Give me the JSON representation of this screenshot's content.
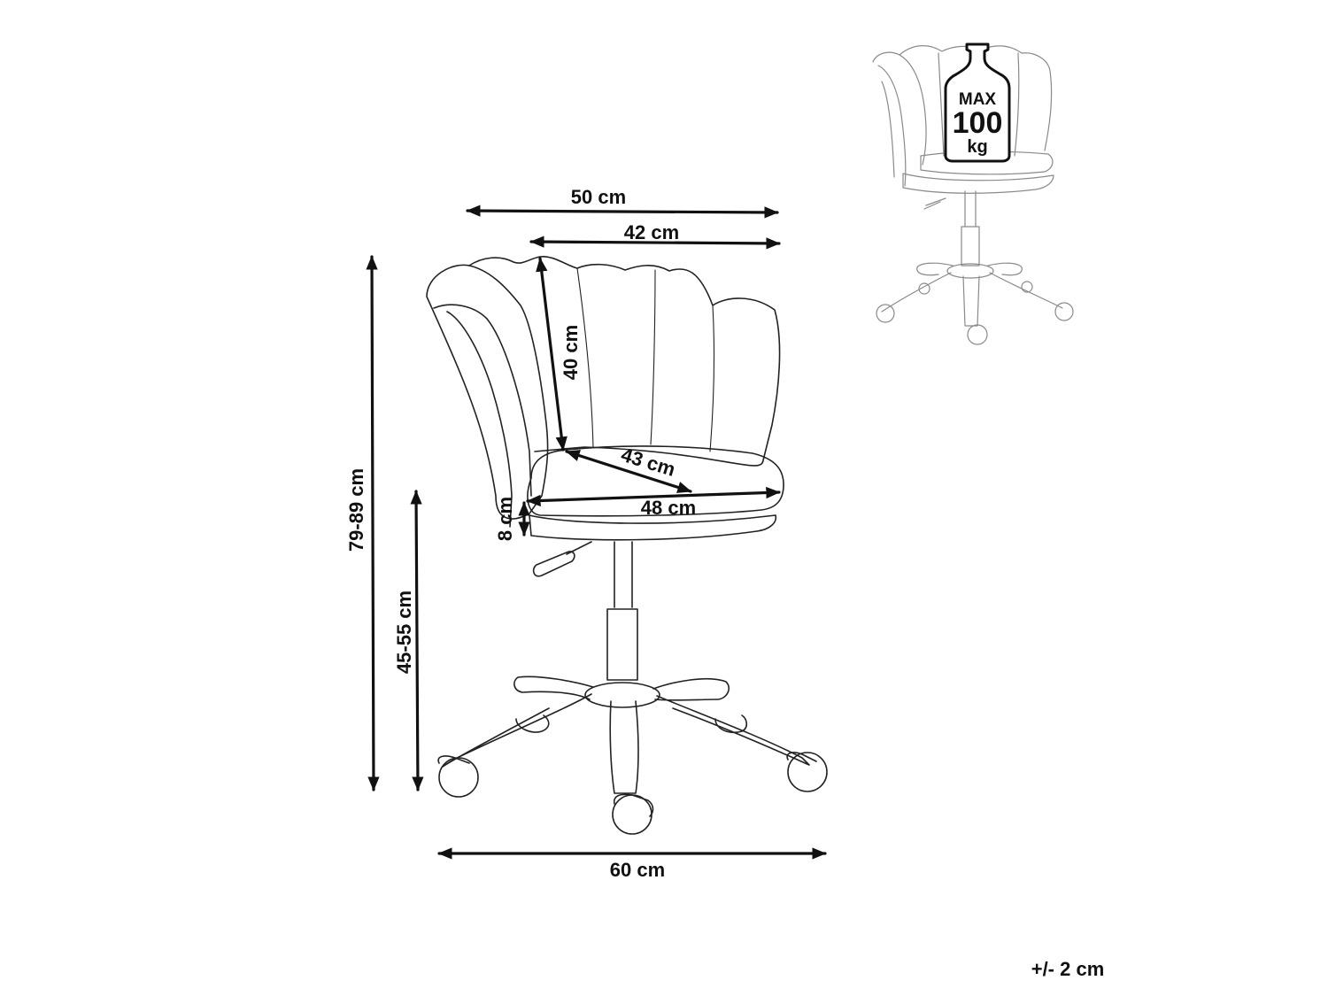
{
  "dimensions": {
    "total_width": "50 cm",
    "seat_width_top": "42 cm",
    "back_height": "40 cm",
    "seat_depth": "43 cm",
    "seat_width": "48 cm",
    "seat_thickness": "8 cm",
    "total_height": "79-89 cm",
    "seat_height": "45-55 cm",
    "base_width": "60 cm"
  },
  "weight_badge": {
    "line1": "MAX",
    "line2": "100",
    "line3": "kg"
  },
  "tolerance": "+/- 2 cm",
  "colors": {
    "ink": "#111111",
    "outline": "#222222",
    "thumbnail": "#8a8a8a"
  }
}
